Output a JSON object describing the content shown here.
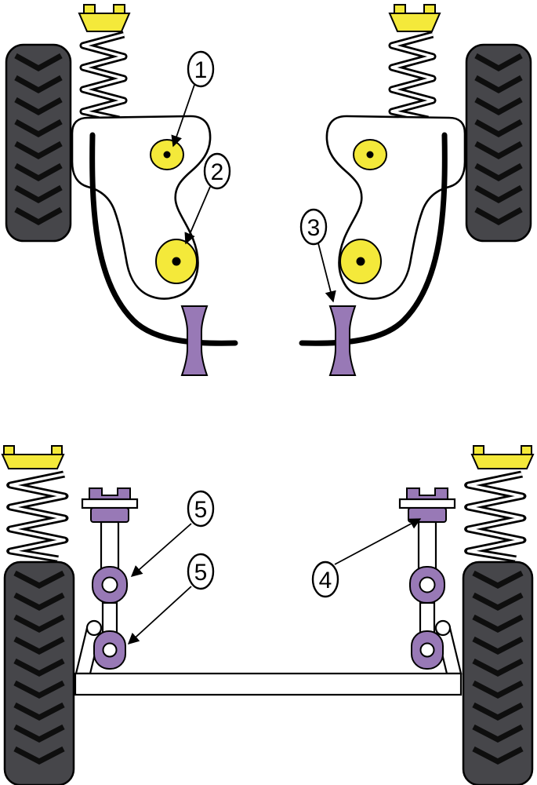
{
  "diagram": {
    "type": "suspension-bushing-technical-illustration",
    "colors": {
      "bush_yellow": "#f4e93a",
      "poly_purple": "#9879b6",
      "tire_body": "#46464a",
      "tread_black": "#0e0e0e",
      "outline": "#000000",
      "background": "#ffffff"
    },
    "views": [
      {
        "name": "top-view-front-suspension"
      },
      {
        "name": "front-view-front-suspension"
      }
    ],
    "callouts": [
      {
        "label": "1",
        "target": "wishbone-front-bush"
      },
      {
        "label": "2",
        "target": "wishbone-rear-bush"
      },
      {
        "label": "3",
        "target": "anti-roll-bar-outer-bush"
      },
      {
        "label": "4",
        "target": "tie-bar-front-bush"
      },
      {
        "label": "5",
        "target": "tie-bar-upper-eye-bush"
      },
      {
        "label": "5",
        "target": "tie-bar-lower-eye-bush"
      }
    ]
  }
}
